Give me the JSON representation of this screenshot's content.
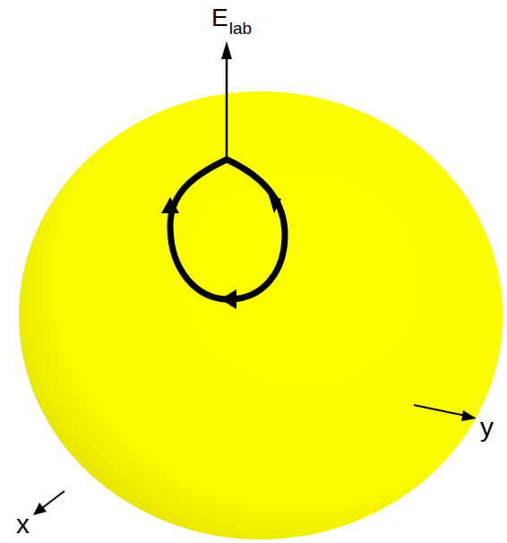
{
  "diagram": {
    "labels": [
      "E",
      "lab",
      "x",
      "y"
    ]
  }
}
